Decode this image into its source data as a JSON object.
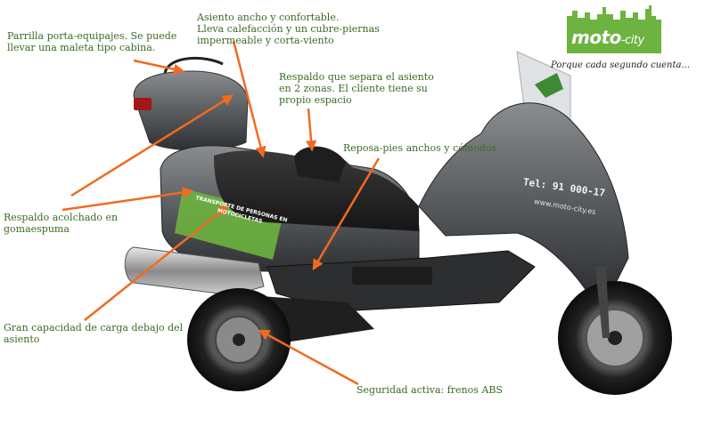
{
  "annotations": {
    "parrilla": "Parrilla porta-equipajes. Se puede\nllevar una maleta tipo cabina.",
    "asiento": "Asiento ancho y confortable.\nLleva calefacción y un cubre-piernas\nimpermeable y corta-viento",
    "respaldo_zonas": "Respaldo que separa el asiento\nen 2 zonas. El cliente tiene su\npropio espacio",
    "reposapies": "Reposa-pies anchos y cómodos",
    "acolchado": "Respaldo acolchado en gomaespuma",
    "carga": "Gran capacidad de carga debajo del asiento",
    "abs": "Seguridad activa: frenos ABS"
  },
  "brand": {
    "name": "moto",
    "name_suffix": "-city",
    "slogan": "Porque cada segundo cuenta...",
    "color": "#6db33f"
  },
  "vehicle_markings": {
    "phone": "Tel: 91 000-17",
    "url": "www.moto-city.es",
    "side_panel": "Transporte de personas en motocicletas"
  },
  "colors": {
    "annotation_text": "#3a6b22",
    "arrow": "#f26a21",
    "body": "#5a5d60"
  }
}
